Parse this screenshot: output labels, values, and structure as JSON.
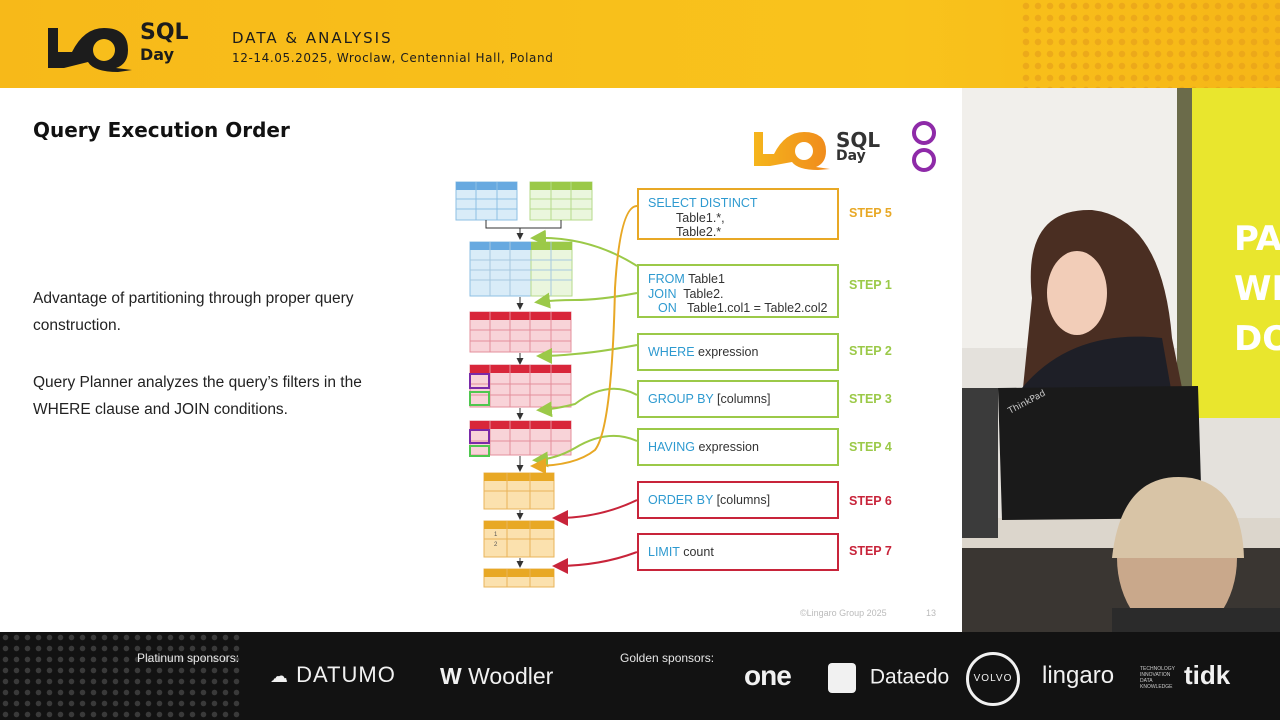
{
  "banner": {
    "logo_sql": "SQL",
    "logo_day": "Day",
    "event_title": "DATA & ANALYSIS",
    "event_subtitle": "12-14.05.2025, Wroclaw, Centennial Hall, Poland"
  },
  "slide": {
    "title": "Query Execution Order",
    "paragraph1": "Advantage of partitioning through proper query construction.",
    "paragraph2": "Query Planner analyzes the query’s filters in the WHERE clause and JOIN conditions.",
    "logo_sql": "SQL",
    "logo_day": "Day",
    "copyright": "©Lingaro Group 2025",
    "page_number": "13",
    "steps": [
      {
        "id": "step5",
        "lines": [
          [
            "SELECT DISTINCT",
            ""
          ],
          [
            "",
            "Table1.*,"
          ],
          [
            "",
            "Table2.*"
          ]
        ],
        "label": "STEP 5",
        "color": "#e8a825"
      },
      {
        "id": "step1",
        "lines": [
          [
            "FROM",
            "Table1"
          ],
          [
            "JOIN",
            "Table2."
          ],
          [
            "  ON",
            "Table1.col1 = Table2.col2"
          ]
        ],
        "label": "STEP 1",
        "color": "#9bc948"
      },
      {
        "id": "step2",
        "lines": [
          [
            "WHERE",
            "expression"
          ]
        ],
        "label": "STEP 2",
        "color": "#9bc948"
      },
      {
        "id": "step3",
        "lines": [
          [
            "GROUP BY",
            "[columns]"
          ]
        ],
        "label": "STEP 3",
        "color": "#9bc948"
      },
      {
        "id": "step4",
        "lines": [
          [
            "HAVING",
            "expression"
          ]
        ],
        "label": "STEP 4",
        "color": "#9bc948"
      },
      {
        "id": "step6",
        "lines": [
          [
            "ORDER BY",
            "[columns]"
          ]
        ],
        "label": "STEP 6",
        "color": "#c8243a"
      },
      {
        "id": "step7",
        "lines": [
          [
            "LIMIT",
            "count"
          ]
        ],
        "label": "STEP 7",
        "color": "#c8243a"
      }
    ],
    "table_row_numbers": [
      "1",
      "2"
    ]
  },
  "sponsors": {
    "platinum_label": "Platinum sponsors:",
    "golden_label": "Golden sponsors:",
    "platinum": [
      "DATUMO",
      "Woodler"
    ],
    "golden": [
      "one",
      "Dataedo",
      "VOLVO",
      "lingaro",
      "tidk"
    ],
    "tidk_small": [
      "TECHNOLOGY",
      "INNOVATION",
      "DATA",
      "KNOWLEDGE"
    ]
  },
  "camera": {
    "laptop_brand": "ThinkPad",
    "banner_text": [
      "PAS",
      "WI",
      "DO"
    ]
  }
}
